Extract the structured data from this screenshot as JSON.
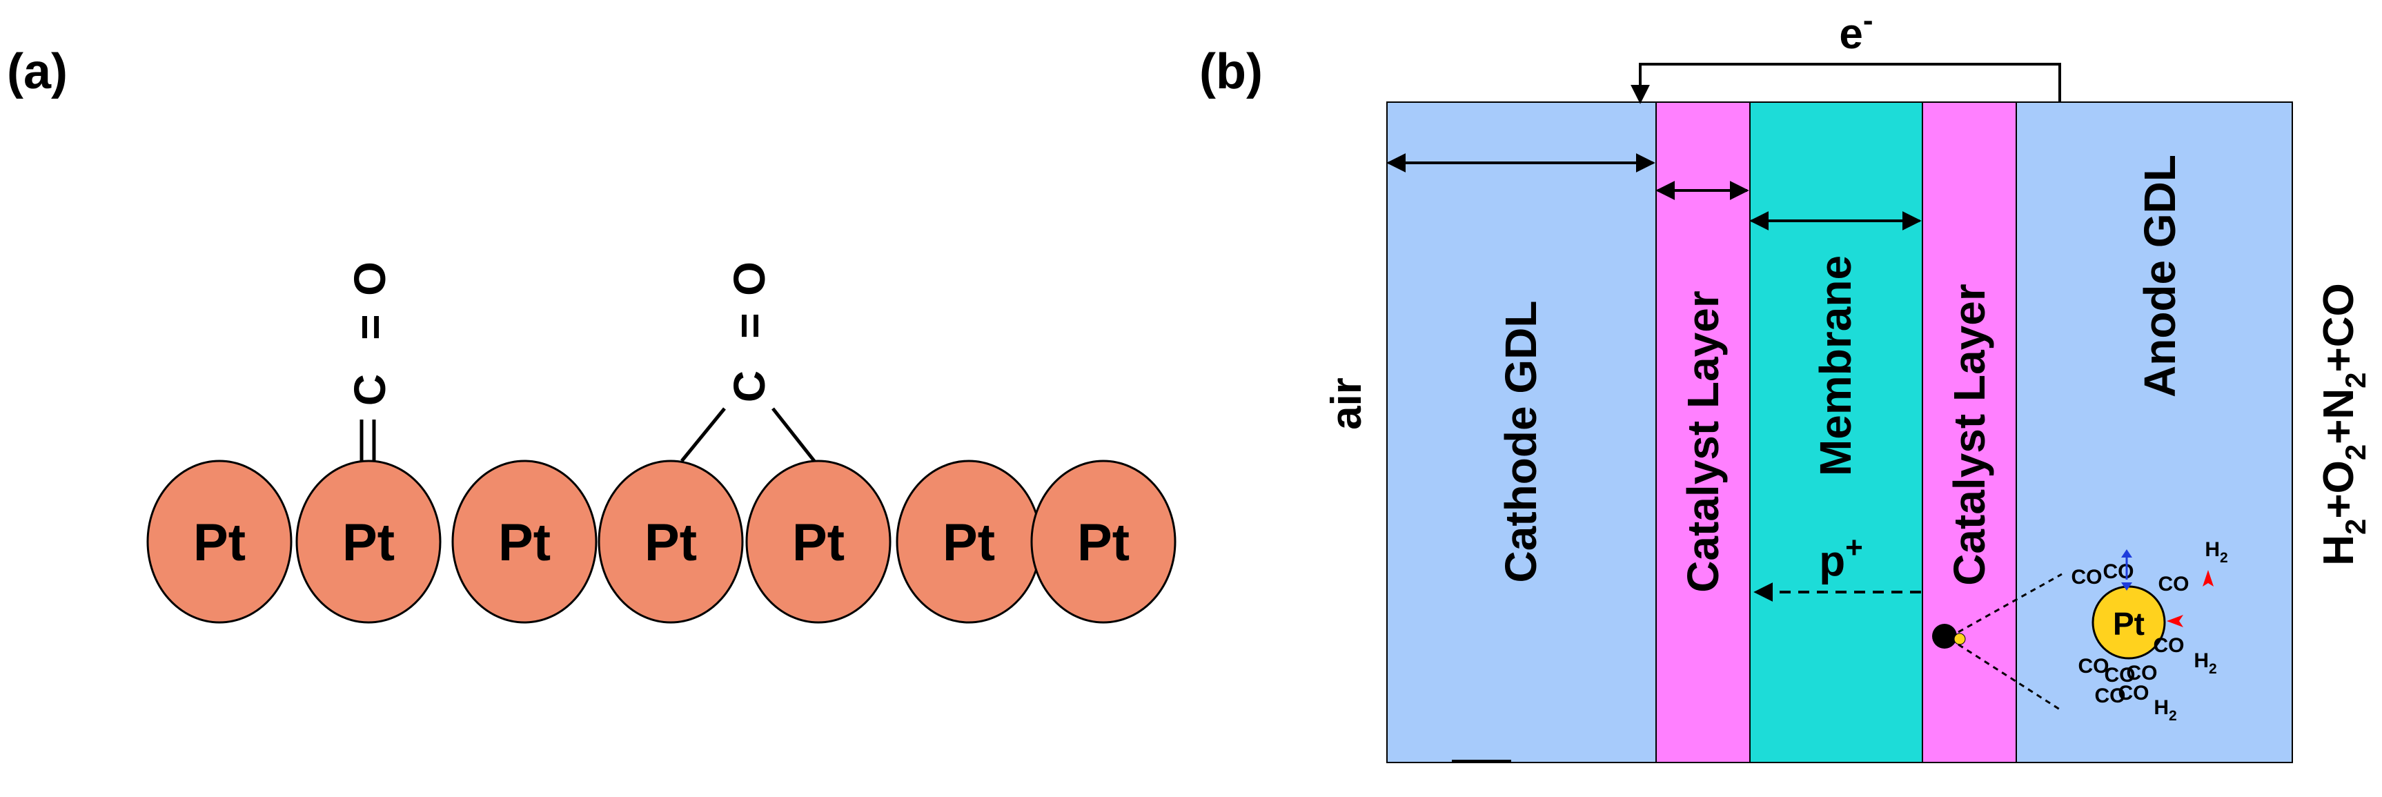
{
  "panel_a": {
    "label": "(a)",
    "atom_label": "Pt",
    "atom_count": 7,
    "linear_co": {
      "c": "C",
      "eq": "=",
      "o": "O"
    },
    "bridge_co": {
      "c": "C",
      "eq": "=",
      "o": "O"
    }
  },
  "panel_b": {
    "label": "(b)",
    "electron": {
      "base": "e",
      "sup": "-"
    },
    "air": "air",
    "layers": {
      "cathode_gdl": "Cathode GDL",
      "catalyst_left": "Catalyst Layer",
      "membrane": "Membrane",
      "catalyst_right": "Catalyst Layer",
      "anode_gdl": "Anode GDL"
    },
    "proton": {
      "base": "p",
      "sup": "+"
    },
    "feed": {
      "h": "H",
      "s1": "2",
      "p1": "+O",
      "s2": "2",
      "p2": "+N",
      "s3": "2",
      "p3": "+CO"
    },
    "inset": {
      "center": "Pt",
      "co": "CO",
      "h2": {
        "base": "H",
        "sub": "2"
      }
    }
  },
  "colors": {
    "atom_fill": "#f08c6c",
    "gdl": "#a7cbfb",
    "catalyst": "#ff80ff",
    "membrane": "#1ddcd8",
    "pt_center": "#ffd21e",
    "red_arrow": "#ff0000",
    "blue_arrow": "#1e3cdc"
  }
}
